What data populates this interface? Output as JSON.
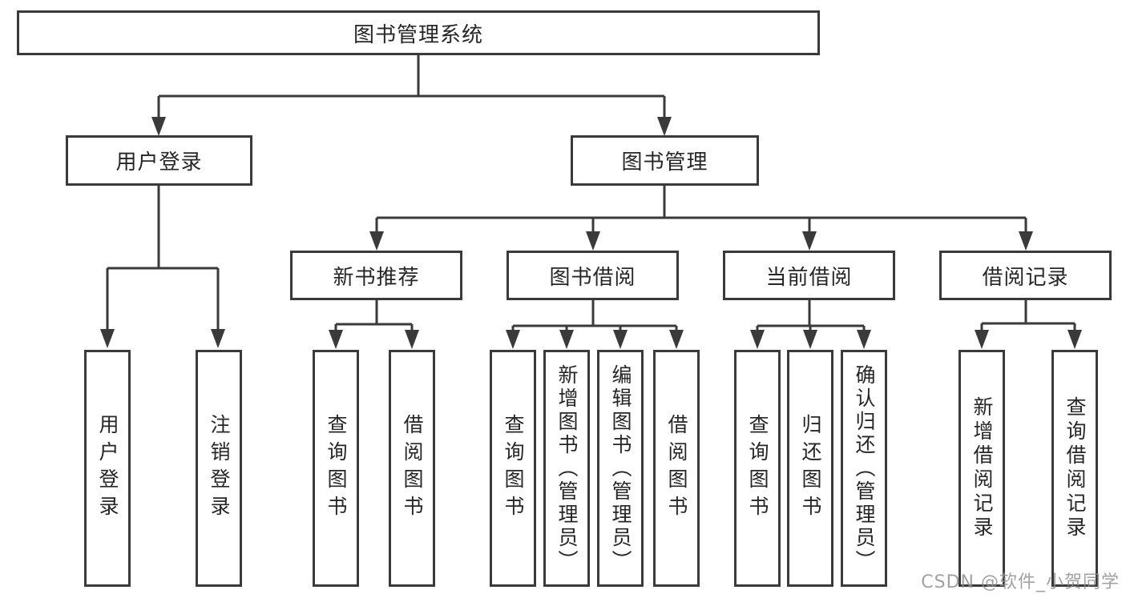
{
  "title": "图书管理系统",
  "watermark": "CSDN @软件_小贺同学",
  "colors": {
    "line": "#3a3a3a",
    "box_border": "#3a3a3a",
    "box_background": "#ffffff",
    "text": "#262626",
    "watermark_text": "#919191"
  },
  "tree": {
    "label": "图书管理系统",
    "children": [
      {
        "label": "用户登录",
        "children": [
          {
            "label": "用户登录"
          },
          {
            "label": "注销登录"
          }
        ]
      },
      {
        "label": "图书管理",
        "children": [
          {
            "label": "新书推荐",
            "children": [
              {
                "label": "查询图书"
              },
              {
                "label": "借阅图书"
              }
            ]
          },
          {
            "label": "图书借阅",
            "children": [
              {
                "label": "查询图书"
              },
              {
                "label": "新增图书（管理员）"
              },
              {
                "label": "编辑图书（管理员）"
              },
              {
                "label": "借阅图书"
              }
            ]
          },
          {
            "label": "当前借阅",
            "children": [
              {
                "label": "查询图书"
              },
              {
                "label": "归还图书"
              },
              {
                "label": "确认归还（管理员）"
              }
            ]
          },
          {
            "label": "借阅记录",
            "children": [
              {
                "label": "新增借阅记录"
              },
              {
                "label": "查询借阅记录"
              }
            ]
          }
        ]
      }
    ]
  }
}
